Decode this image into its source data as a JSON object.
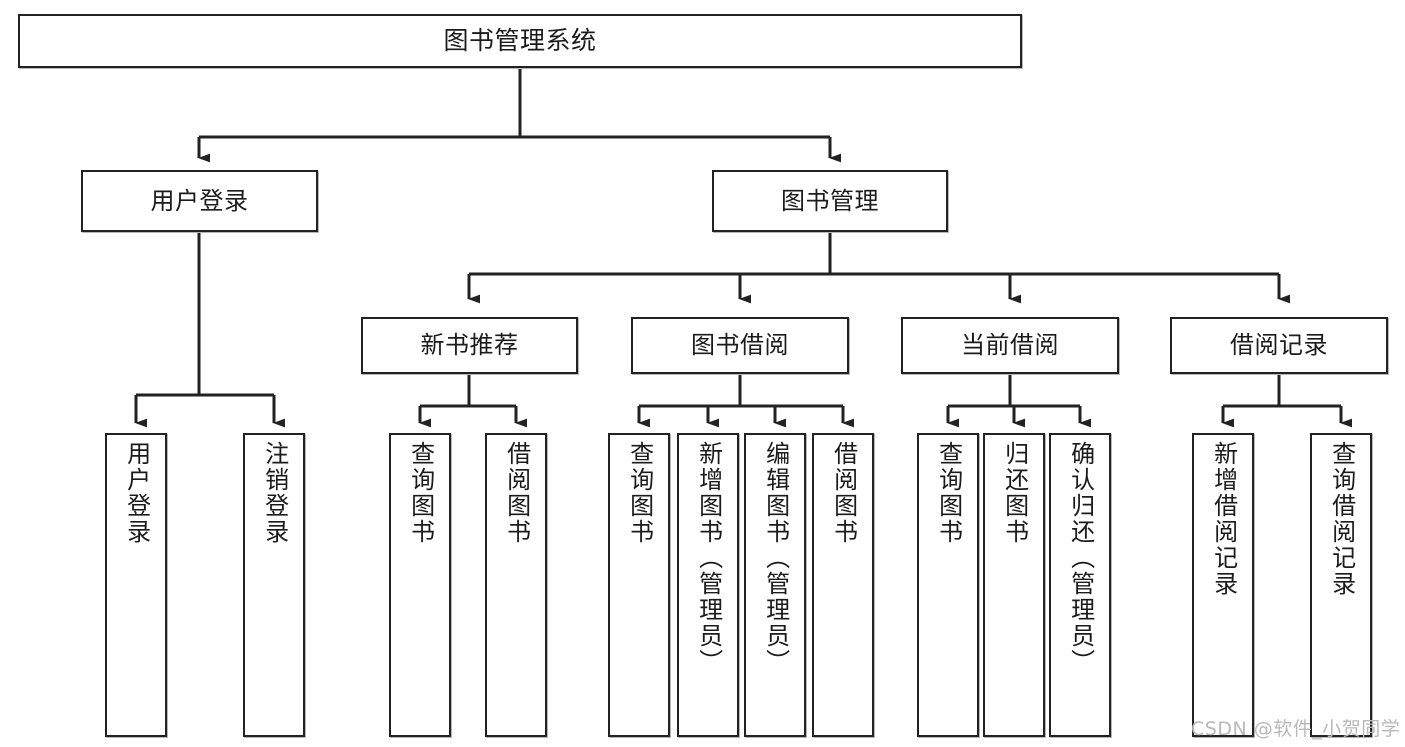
{
  "diagram": {
    "title": "图书管理系统",
    "type": "tree-hierarchy",
    "orientation": "top-down",
    "colors": {
      "node_border": "#222222",
      "node_fill": "#ffffff",
      "edge": "#222222",
      "watermark": "#b9b9b9",
      "background": "#ffffff"
    },
    "watermark": "CSDN @软件_小贺同学",
    "nodes": {
      "root": {
        "label": "图书管理系统",
        "level": 1,
        "orientation": "horizontal"
      },
      "l2_user_login": {
        "label": "用户登录",
        "level": 2,
        "orientation": "horizontal"
      },
      "l2_book_manage": {
        "label": "图书管理",
        "level": 2,
        "orientation": "horizontal"
      },
      "l3_new_book_rec": {
        "label": "新书推荐",
        "level": 3,
        "orientation": "horizontal"
      },
      "l3_book_borrow": {
        "label": "图书借阅",
        "level": 3,
        "orientation": "horizontal"
      },
      "l3_current_borrow": {
        "label": "当前借阅",
        "level": 3,
        "orientation": "horizontal"
      },
      "l3_borrow_record": {
        "label": "借阅记录",
        "level": 3,
        "orientation": "horizontal"
      },
      "leaf_user_login": {
        "label": "用户登录",
        "level": 4,
        "orientation": "vertical"
      },
      "leaf_logout": {
        "label": "注销登录",
        "level": 4,
        "orientation": "vertical"
      },
      "leaf_query_book_rec": {
        "label": "查询图书",
        "level": 4,
        "orientation": "vertical"
      },
      "leaf_borrow_book_rec": {
        "label": "借阅图书",
        "level": 4,
        "orientation": "vertical"
      },
      "leaf_query_book_borrow": {
        "label": "查询图书",
        "level": 4,
        "orientation": "vertical"
      },
      "leaf_add_book": {
        "label": "新增图书（管理员）",
        "level": 4,
        "orientation": "vertical"
      },
      "leaf_edit_book": {
        "label": "编辑图书（管理员）",
        "level": 4,
        "orientation": "vertical"
      },
      "leaf_borrow_book": {
        "label": "借阅图书",
        "level": 4,
        "orientation": "vertical"
      },
      "leaf_query_book_cur": {
        "label": "查询图书",
        "level": 4,
        "orientation": "vertical"
      },
      "leaf_return_book": {
        "label": "归还图书",
        "level": 4,
        "orientation": "vertical"
      },
      "leaf_confirm_return": {
        "label": "确认归还（管理员）",
        "level": 4,
        "orientation": "vertical"
      },
      "leaf_add_record": {
        "label": "新增借阅记录",
        "level": 4,
        "orientation": "vertical"
      },
      "leaf_query_record": {
        "label": "查询借阅记录",
        "level": 4,
        "orientation": "vertical"
      }
    },
    "edges": [
      {
        "from": "root",
        "to": "l2_user_login"
      },
      {
        "from": "root",
        "to": "l2_book_manage"
      },
      {
        "from": "l2_user_login",
        "to": "leaf_user_login"
      },
      {
        "from": "l2_user_login",
        "to": "leaf_logout"
      },
      {
        "from": "l2_book_manage",
        "to": "l3_new_book_rec"
      },
      {
        "from": "l2_book_manage",
        "to": "l3_book_borrow"
      },
      {
        "from": "l2_book_manage",
        "to": "l3_current_borrow"
      },
      {
        "from": "l2_book_manage",
        "to": "l3_borrow_record"
      },
      {
        "from": "l3_new_book_rec",
        "to": "leaf_query_book_rec"
      },
      {
        "from": "l3_new_book_rec",
        "to": "leaf_borrow_book_rec"
      },
      {
        "from": "l3_book_borrow",
        "to": "leaf_query_book_borrow"
      },
      {
        "from": "l3_book_borrow",
        "to": "leaf_add_book"
      },
      {
        "from": "l3_book_borrow",
        "to": "leaf_edit_book"
      },
      {
        "from": "l3_book_borrow",
        "to": "leaf_borrow_book"
      },
      {
        "from": "l3_current_borrow",
        "to": "leaf_query_book_cur"
      },
      {
        "from": "l3_current_borrow",
        "to": "leaf_return_book"
      },
      {
        "from": "l3_current_borrow",
        "to": "leaf_confirm_return"
      },
      {
        "from": "l3_borrow_record",
        "to": "leaf_add_record"
      },
      {
        "from": "l3_borrow_record",
        "to": "leaf_query_record"
      }
    ]
  }
}
